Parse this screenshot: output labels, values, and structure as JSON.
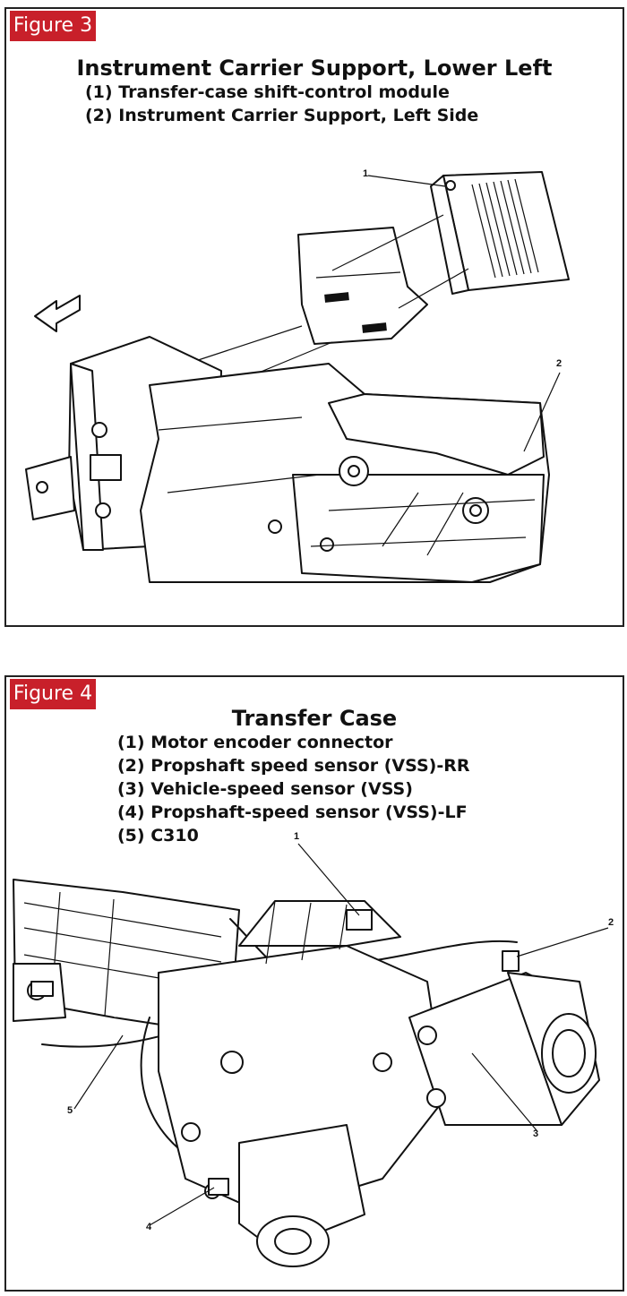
{
  "figure3": {
    "tag": "Figure 3",
    "title": "Instrument Carrier Support, Lower Left",
    "items": [
      "(1) Transfer-case shift-control module",
      "(2) Instrument Carrier Support, Left Side"
    ],
    "callouts": [
      "1",
      "2"
    ]
  },
  "figure4": {
    "tag": "Figure 4",
    "title": "Transfer Case",
    "items": [
      "(1) Motor encoder connector",
      "(2) Propshaft speed sensor (VSS)-RR",
      "(3) Vehicle-speed sensor (VSS)",
      "(4) Propshaft-speed sensor (VSS)-LF",
      "(5) C310"
    ],
    "callouts": [
      "1",
      "2",
      "3",
      "4",
      "5"
    ]
  },
  "colors": {
    "tag_background": "#c8202a",
    "frame": "#222222"
  }
}
